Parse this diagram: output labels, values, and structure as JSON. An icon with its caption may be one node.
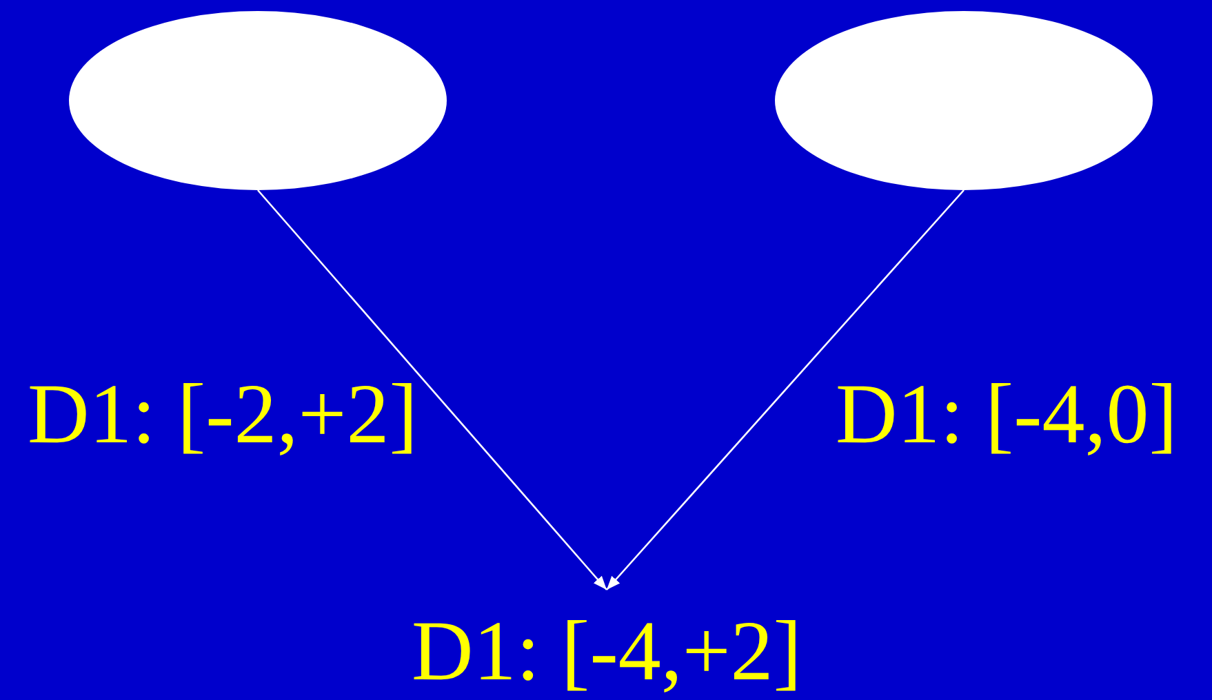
{
  "diagram": {
    "nodes": [
      {
        "text": [],
        "shape": "ellipse"
      },
      {
        "text": [],
        "shape": "ellipse"
      },
      {
        "text": [
          "D1: [-4,+2]"
        ]
      }
    ],
    "edges": [
      {
        "from": 0,
        "to": 2,
        "arrow": "to",
        "label": "D1: [-2,+2]"
      },
      {
        "from": 1,
        "to": 2,
        "arrow": "to",
        "label": "D1: [-4,0]"
      }
    ]
  }
}
